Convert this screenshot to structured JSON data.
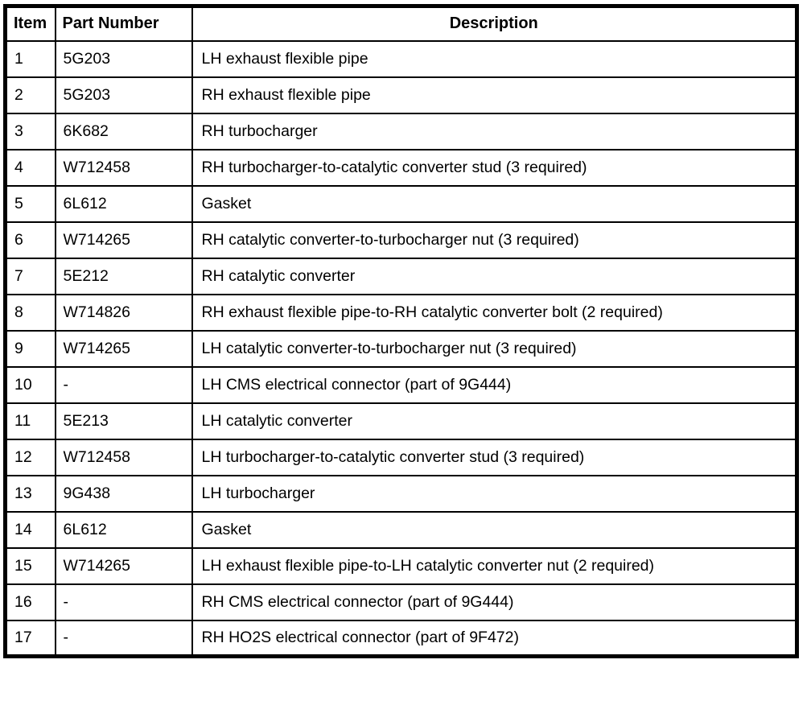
{
  "table": {
    "headers": [
      "Item",
      "Part Number",
      "Description"
    ],
    "rows": [
      {
        "item": "1",
        "part_number": "5G203",
        "description": "LH exhaust flexible pipe"
      },
      {
        "item": "2",
        "part_number": "5G203",
        "description": "RH exhaust flexible pipe"
      },
      {
        "item": "3",
        "part_number": "6K682",
        "description": "RH turbocharger"
      },
      {
        "item": "4",
        "part_number": "W712458",
        "description": "RH turbocharger-to-catalytic converter stud (3 required)"
      },
      {
        "item": "5",
        "part_number": "6L612",
        "description": "Gasket"
      },
      {
        "item": "6",
        "part_number": "W714265",
        "description": "RH catalytic converter-to-turbocharger nut (3 required)"
      },
      {
        "item": "7",
        "part_number": "5E212",
        "description": "RH catalytic converter"
      },
      {
        "item": "8",
        "part_number": "W714826",
        "description": "RH exhaust flexible pipe-to-RH catalytic converter bolt (2 required)"
      },
      {
        "item": "9",
        "part_number": "W714265",
        "description": "LH catalytic converter-to-turbocharger nut (3 required)"
      },
      {
        "item": "10",
        "part_number": "-",
        "description": "LH CMS electrical connector (part of 9G444)"
      },
      {
        "item": "11",
        "part_number": "5E213",
        "description": "LH catalytic converter"
      },
      {
        "item": "12",
        "part_number": "W712458",
        "description": "LH turbocharger-to-catalytic converter stud (3 required)"
      },
      {
        "item": "13",
        "part_number": "9G438",
        "description": "LH turbocharger"
      },
      {
        "item": "14",
        "part_number": "6L612",
        "description": "Gasket"
      },
      {
        "item": "15",
        "part_number": "W714265",
        "description": "LH exhaust flexible pipe-to-LH catalytic converter nut (2 required)"
      },
      {
        "item": "16",
        "part_number": "-",
        "description": "RH CMS electrical connector (part of 9G444)"
      },
      {
        "item": "17",
        "part_number": "-",
        "description": "RH HO2S electrical connector (part of 9F472)"
      }
    ]
  }
}
